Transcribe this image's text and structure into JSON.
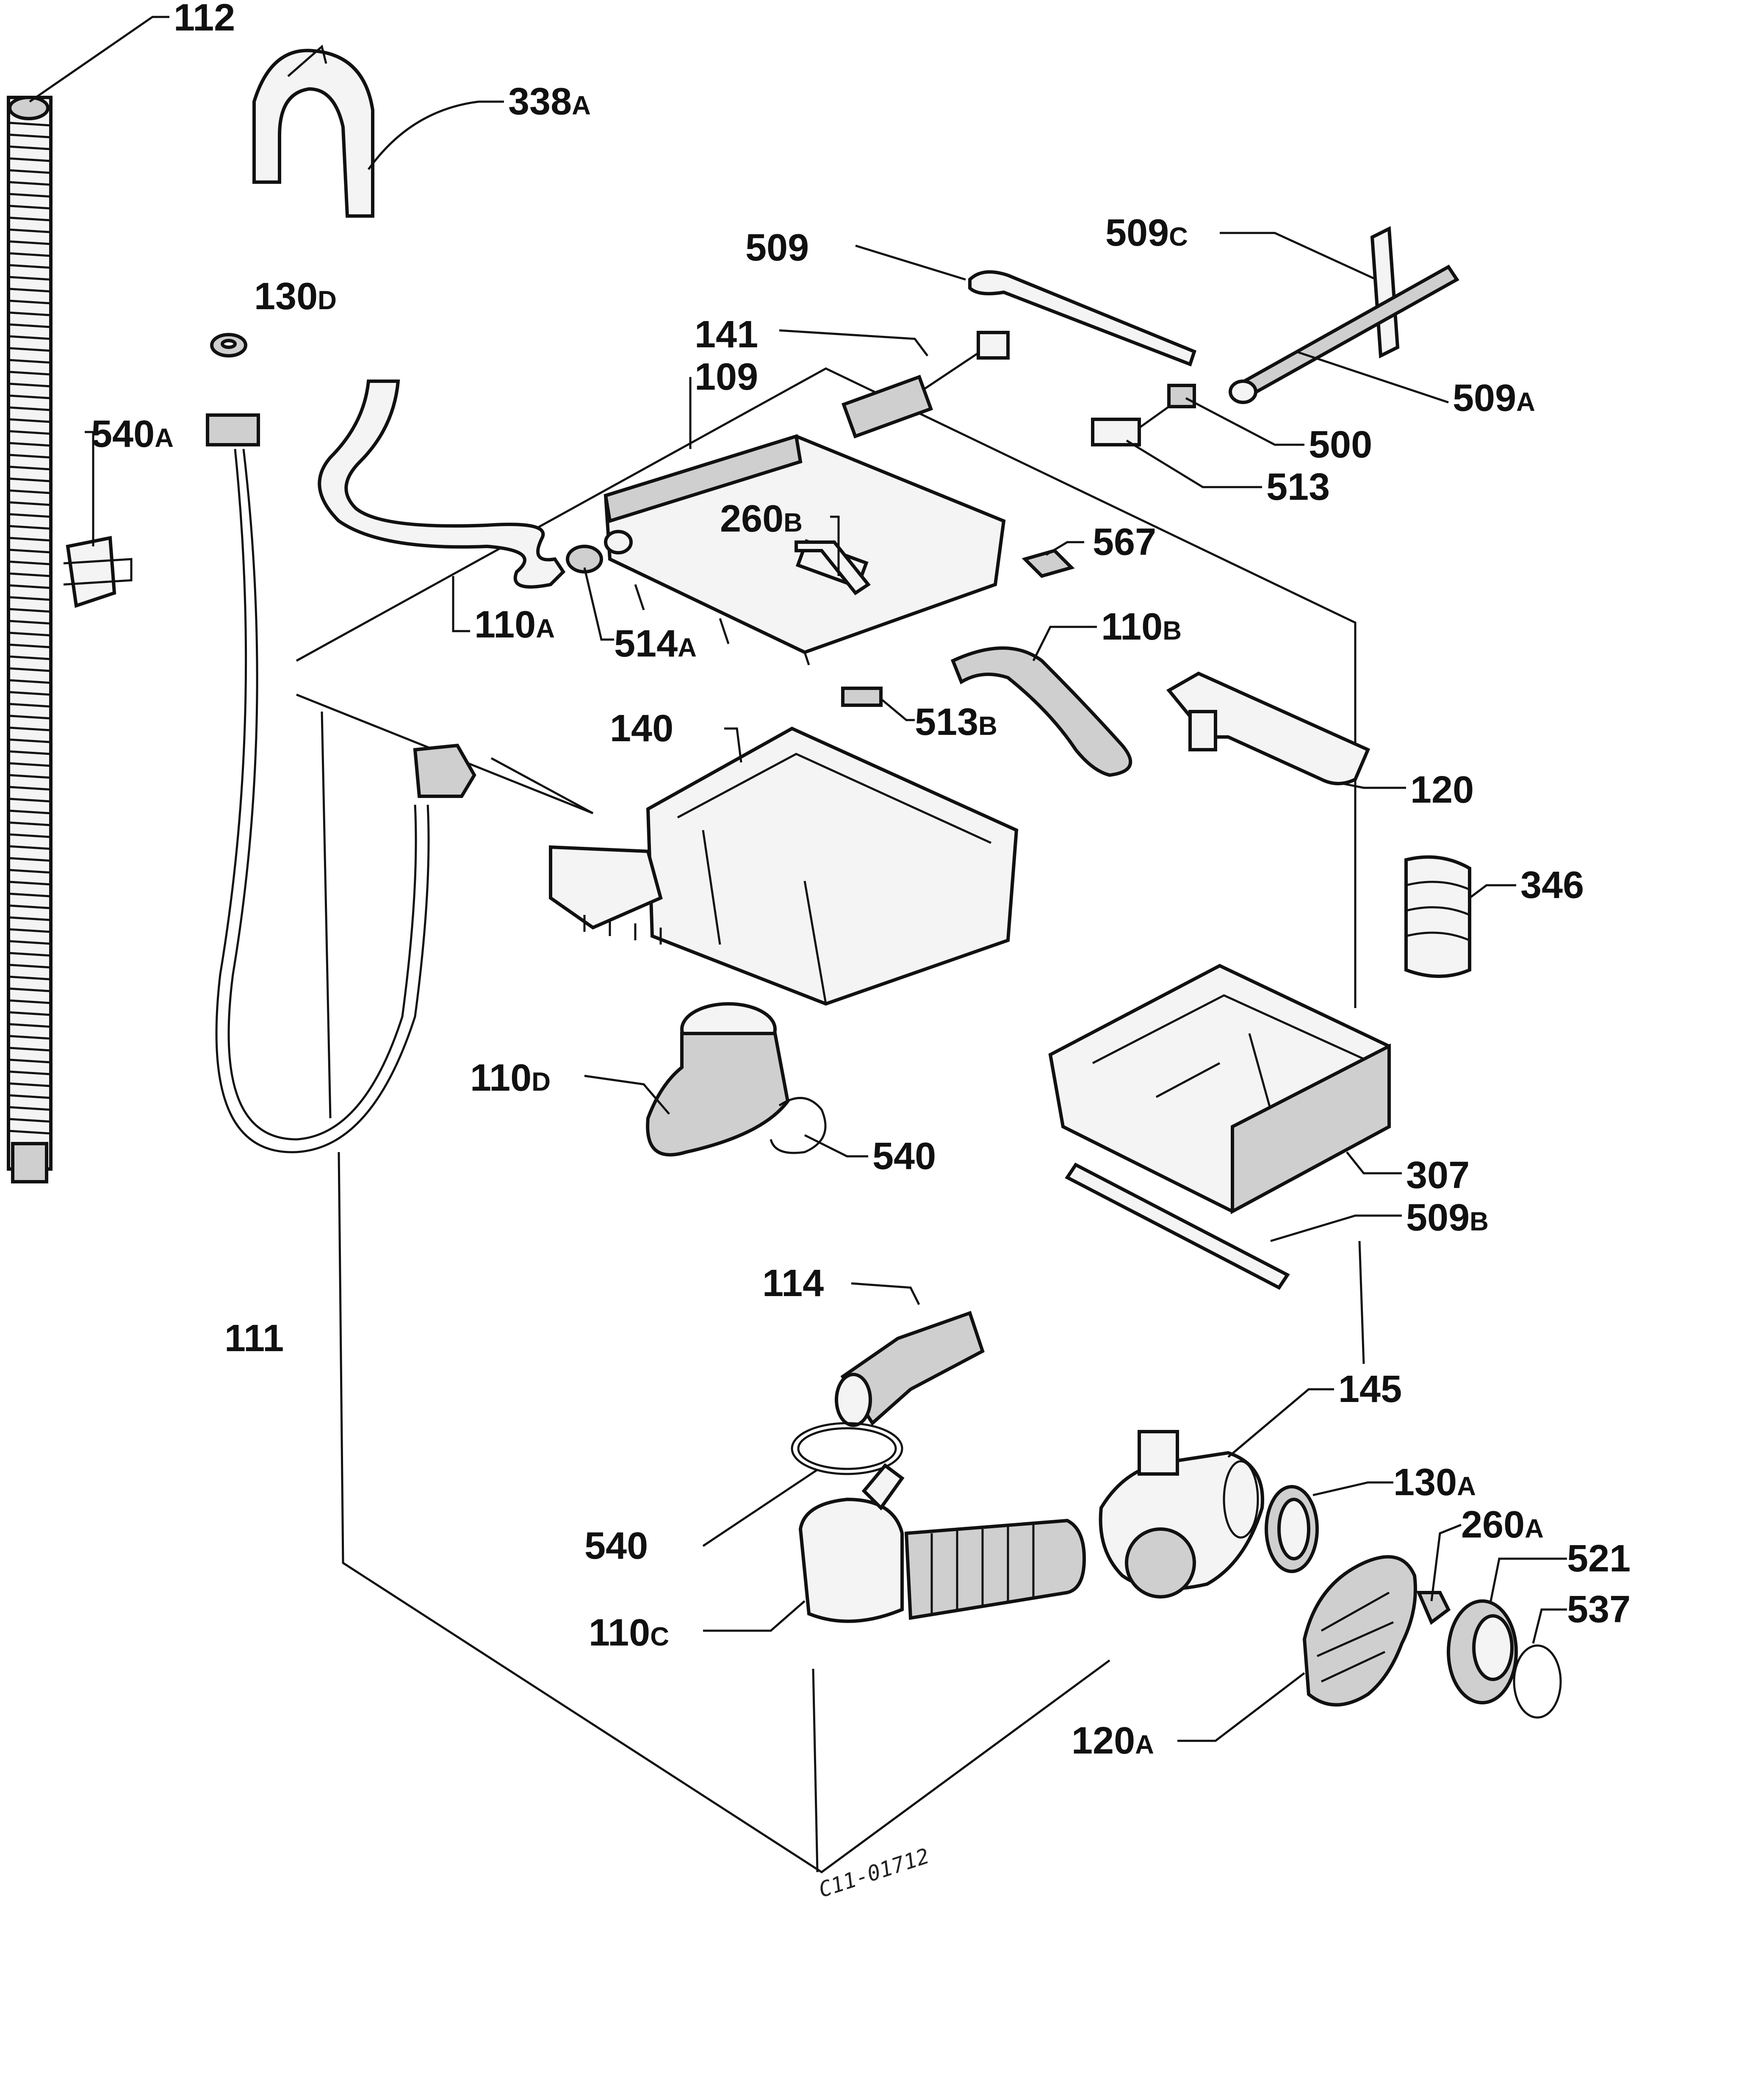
{
  "diagram": {
    "drawing_code": "C11-01712",
    "labels": [
      {
        "id": "112",
        "text": "112"
      },
      {
        "id": "338a",
        "text": "338",
        "suffix": "A"
      },
      {
        "id": "130d",
        "text": "130",
        "suffix": "D"
      },
      {
        "id": "540a",
        "text": "540",
        "suffix": "A"
      },
      {
        "id": "509",
        "text": "509"
      },
      {
        "id": "509c",
        "text": "509",
        "suffix": "C"
      },
      {
        "id": "141",
        "text": "141"
      },
      {
        "id": "109",
        "text": "109"
      },
      {
        "id": "509a",
        "text": "509",
        "suffix": "A"
      },
      {
        "id": "500",
        "text": "500"
      },
      {
        "id": "513",
        "text": "513"
      },
      {
        "id": "260b",
        "text": "260",
        "suffix": "B"
      },
      {
        "id": "567",
        "text": "567"
      },
      {
        "id": "110a",
        "text": "110",
        "suffix": "A"
      },
      {
        "id": "514a",
        "text": "514",
        "suffix": "A"
      },
      {
        "id": "110b",
        "text": "110",
        "suffix": "B"
      },
      {
        "id": "140",
        "text": "140"
      },
      {
        "id": "513b",
        "text": "513",
        "suffix": "B"
      },
      {
        "id": "120",
        "text": "120"
      },
      {
        "id": "346",
        "text": "346"
      },
      {
        "id": "110d",
        "text": "110",
        "suffix": "D"
      },
      {
        "id": "540b",
        "text": "540"
      },
      {
        "id": "307",
        "text": "307"
      },
      {
        "id": "509b",
        "text": "509",
        "suffix": "B"
      },
      {
        "id": "114",
        "text": "114"
      },
      {
        "id": "111",
        "text": "111"
      },
      {
        "id": "145",
        "text": "145"
      },
      {
        "id": "130a",
        "text": "130",
        "suffix": "A"
      },
      {
        "id": "540c",
        "text": "540"
      },
      {
        "id": "260a",
        "text": "260",
        "suffix": "A"
      },
      {
        "id": "521",
        "text": "521"
      },
      {
        "id": "537",
        "text": "537"
      },
      {
        "id": "110c",
        "text": "110",
        "suffix": "C"
      },
      {
        "id": "120a",
        "text": "120",
        "suffix": "A"
      }
    ]
  }
}
